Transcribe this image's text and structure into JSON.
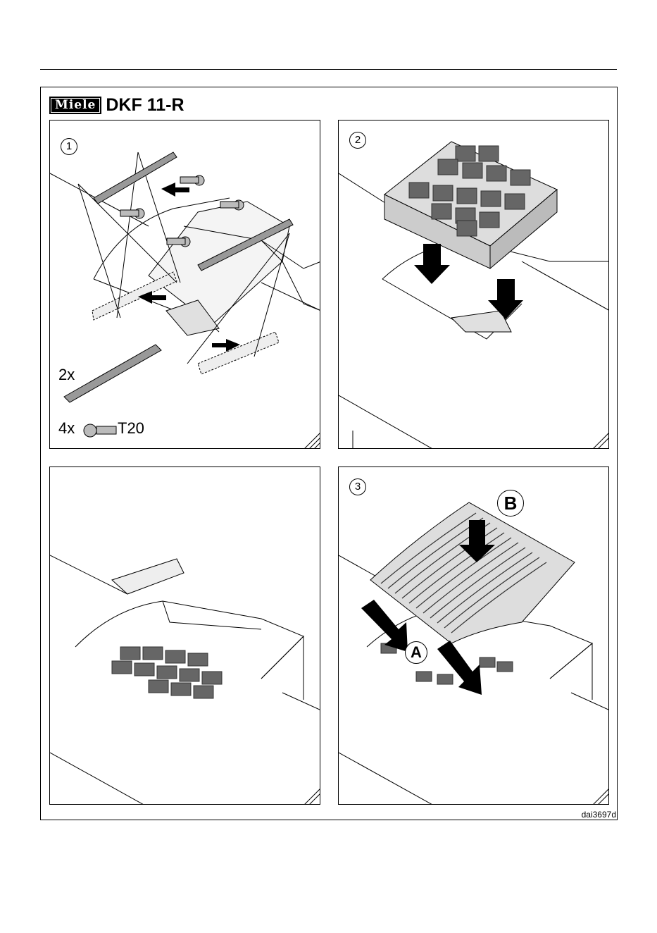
{
  "header": {
    "brand_logo": "Miele",
    "model": "DKF 11-R"
  },
  "panels": {
    "step1": {
      "step_number": "1",
      "parts": [
        {
          "qty": "2x",
          "part": "strip"
        },
        {
          "qty": "4x",
          "part": "screw",
          "drive": "T20"
        }
      ]
    },
    "step2": {
      "step_number": "2"
    },
    "step_blank": {},
    "step3": {
      "step_number": "3",
      "label_a": "A",
      "label_b": "B"
    }
  },
  "figure_ref": "dai3697d"
}
